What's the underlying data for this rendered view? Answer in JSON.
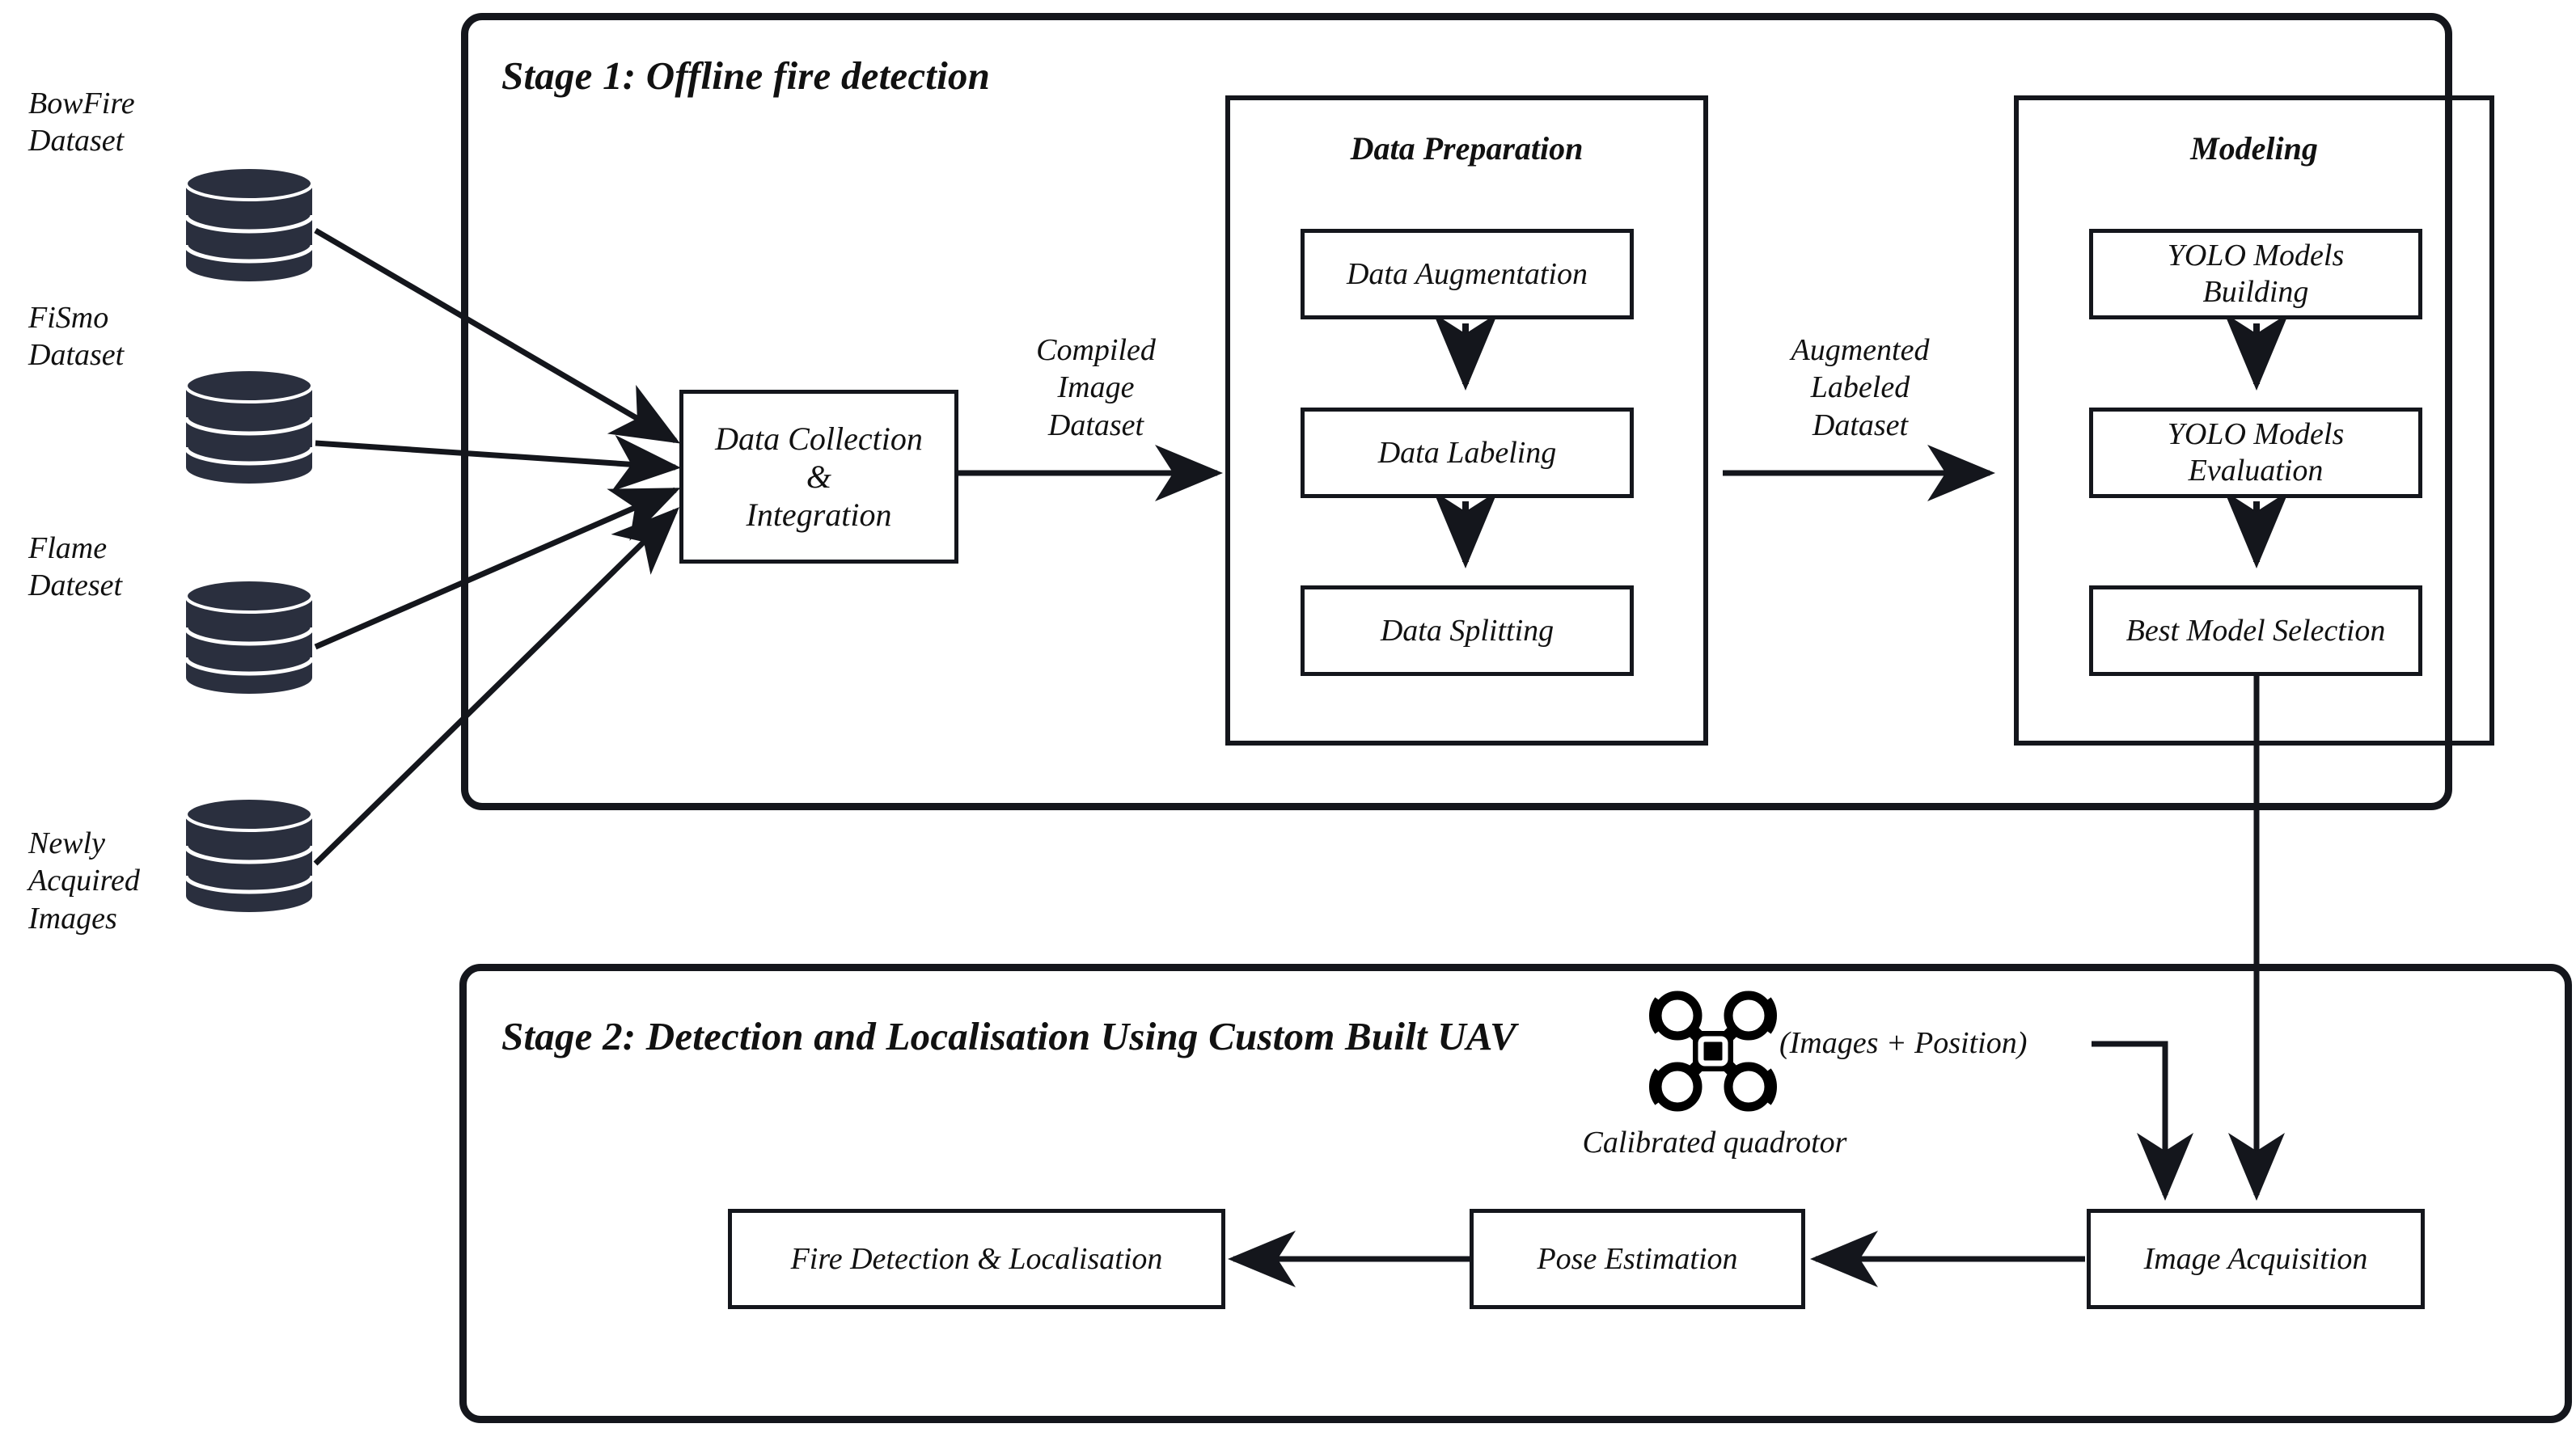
{
  "diagram": {
    "title_hidden": "Two-stage UAV fire detection and localisation pipeline"
  },
  "datasets": [
    {
      "label": "BowFire\nDataset",
      "icon": "database-icon"
    },
    {
      "label": "FiSmo\nDataset",
      "icon": "database-icon"
    },
    {
      "label": "Flame\nDateset",
      "icon": "database-icon"
    },
    {
      "label": "Newly\nAcquired\nImages",
      "icon": "database-icon"
    }
  ],
  "stage1": {
    "title": "Stage 1: Offline fire detection",
    "collection_box": "Data Collection\n&\nIntegration",
    "edge_label_compiled": "Compiled\nImage\nDataset",
    "edge_label_augmented": "Augmented\nLabeled\nDataset",
    "data_preparation": {
      "title": "Data Preparation",
      "steps": [
        "Data Augmentation",
        "Data Labeling",
        "Data Splitting"
      ]
    },
    "modeling": {
      "title": "Modeling",
      "steps": [
        "YOLO Models\nBuilding",
        "YOLO Models\nEvaluation",
        "Best Model Selection"
      ]
    }
  },
  "stage2": {
    "title": "Stage 2: Detection and Localisation Using Custom Built UAV",
    "drone_icon": "quadrotor-drone-icon",
    "drone_caption": "Calibrated quadrotor",
    "drone_output_label": "(Images + Position)",
    "boxes": [
      "Fire Detection & Localisation",
      "Pose Estimation",
      "Image Acquisition"
    ]
  },
  "colors": {
    "ink": "#14161c",
    "database_fill": "#2a2f3e",
    "background": "#ffffff"
  }
}
